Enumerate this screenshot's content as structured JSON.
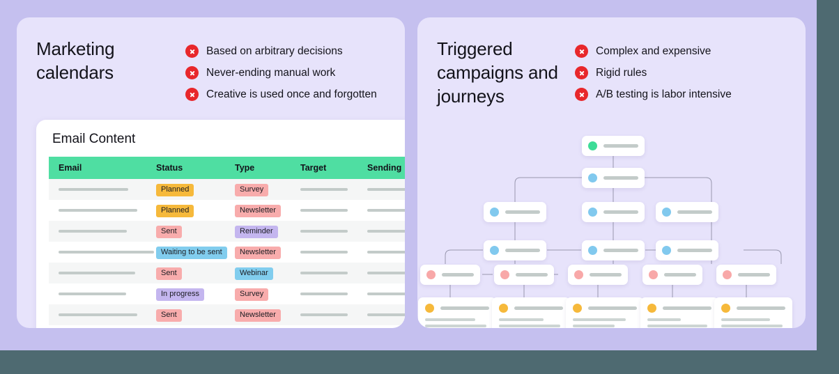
{
  "theme": {
    "page_background": "#4e6a71",
    "stage_background": "#c5c0ef",
    "card_background": "#e7e3fb",
    "panel_background": "#ffffff",
    "accent_green": "#4fdea2",
    "bullet_icon_red": "#e8272b",
    "badge_orange": "#f6b93b",
    "badge_pink": "#f8acac",
    "badge_purple": "#c4b6ef",
    "badge_blue": "#81cdee",
    "node_green": "#3ddc97",
    "node_blue": "#81c9ee",
    "node_pink": "#f8a8a8",
    "node_yellow": "#f6b93b"
  },
  "left_card": {
    "heading": "Marketing calendars",
    "bullets": [
      {
        "icon": "x-circle-icon",
        "text": "Based on arbitrary decisions"
      },
      {
        "icon": "x-circle-icon",
        "text": "Never-ending manual work"
      },
      {
        "icon": "x-circle-icon",
        "text": "Creative is used once and forgotten"
      }
    ],
    "panel": {
      "title": "Email Content",
      "columns": [
        "Email",
        "Status",
        "Type",
        "Target",
        "Sending"
      ],
      "rows": [
        {
          "email": "",
          "status": "Planned",
          "status_color": "orange",
          "type": "Survey",
          "type_color": "pink",
          "target": "",
          "sending": ""
        },
        {
          "email": "",
          "status": "Planned",
          "status_color": "orange",
          "type": "Newsletter",
          "type_color": "pink",
          "target": "",
          "sending": ""
        },
        {
          "email": "",
          "status": "Sent",
          "status_color": "pink",
          "type": "Reminder",
          "type_color": "purple",
          "target": "",
          "sending": ""
        },
        {
          "email": "",
          "status": "Waiting to be sent",
          "status_color": "blue",
          "type": "Newsletter",
          "type_color": "pink",
          "target": "",
          "sending": ""
        },
        {
          "email": "",
          "status": "Sent",
          "status_color": "pink",
          "type": "Webinar",
          "type_color": "blue",
          "target": "",
          "sending": ""
        },
        {
          "email": "",
          "status": "In progress",
          "status_color": "purple",
          "type": "Survey",
          "type_color": "pink",
          "target": "",
          "sending": ""
        },
        {
          "email": "",
          "status": "Sent",
          "status_color": "pink",
          "type": "Newsletter",
          "type_color": "pink",
          "target": "",
          "sending": ""
        }
      ]
    }
  },
  "right_card": {
    "heading": "Triggered campaigns and journeys",
    "bullets": [
      {
        "icon": "x-circle-icon",
        "text": "Complex and expensive"
      },
      {
        "icon": "x-circle-icon",
        "text": "Rigid rules"
      },
      {
        "icon": "x-circle-icon",
        "text": "A/B testing is labor intensive"
      }
    ],
    "flow": {
      "description": "Journey tree diagram with placeholder nodes",
      "levels": [
        {
          "level": 1,
          "dot_color": "green",
          "node_count": 1
        },
        {
          "level": 2,
          "dot_color": "blue",
          "node_count": 1
        },
        {
          "level": 3,
          "dot_color": "blue",
          "node_count": 3
        },
        {
          "level": 4,
          "dot_color": "blue",
          "node_count": 3
        },
        {
          "level": 5,
          "dot_color": "pink",
          "node_count": 5
        },
        {
          "level": 6,
          "dot_color": "yellow",
          "node_count": 5
        }
      ]
    }
  }
}
